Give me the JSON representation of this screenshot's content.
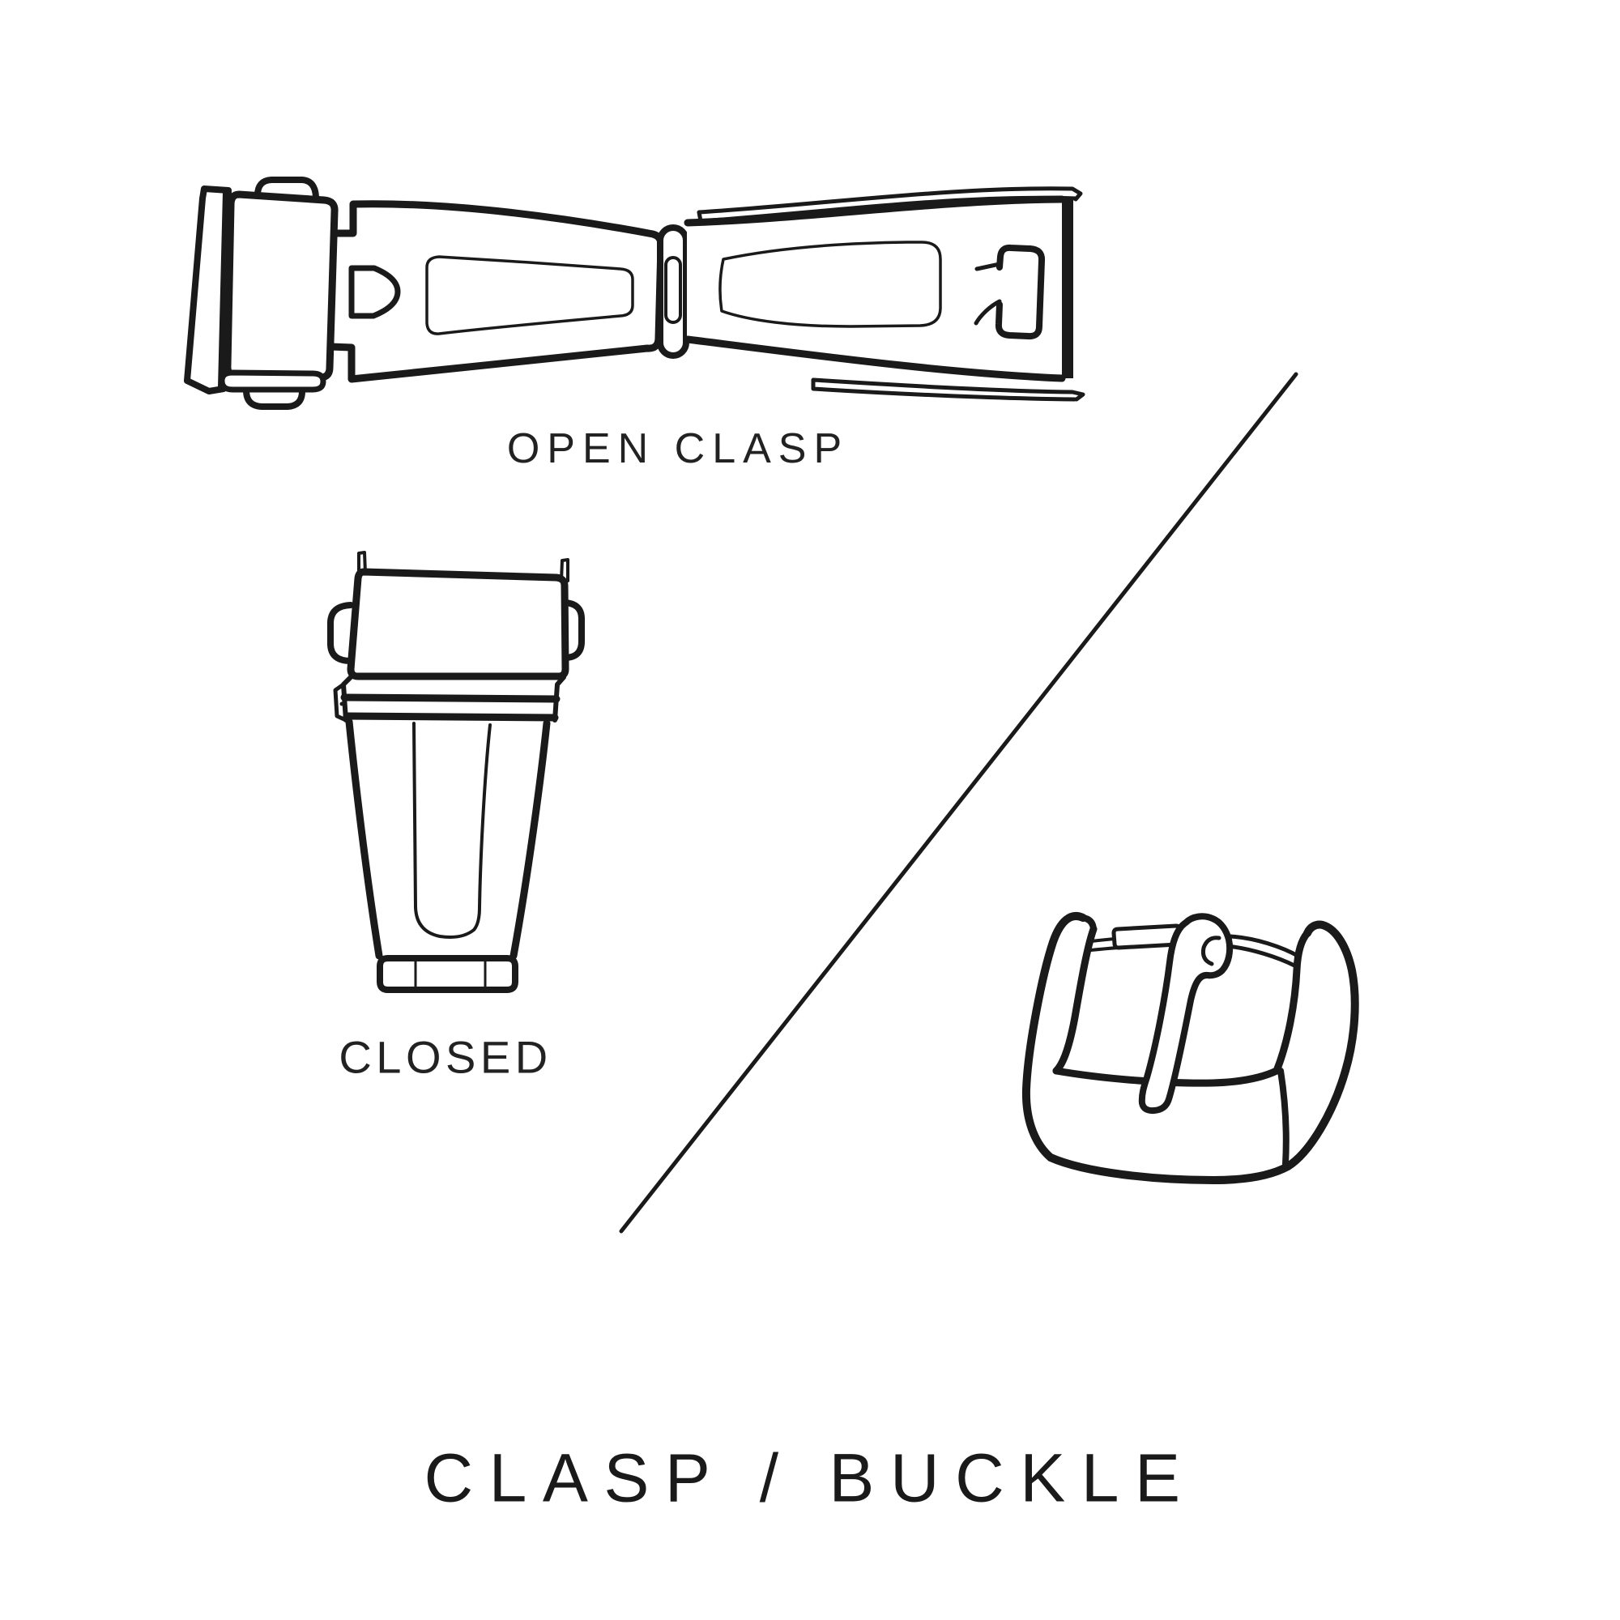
{
  "canvas": {
    "background": "#ffffff",
    "ink": "#1a1a1a"
  },
  "labels": {
    "open_clasp": "OPEN CLASP",
    "closed": "CLOSED"
  },
  "title": {
    "text": "CLASP / BUCKLE"
  },
  "illustrations": [
    "open-clasp-drawing",
    "closed-clasp-drawing",
    "pin-buckle-drawing",
    "divider-line"
  ]
}
